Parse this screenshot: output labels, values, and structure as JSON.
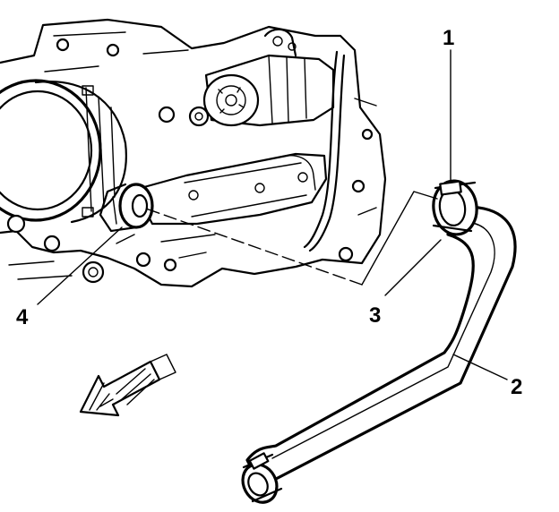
{
  "diagram": {
    "callouts": [
      {
        "id": "1",
        "text": "1"
      },
      {
        "id": "2",
        "text": "2"
      },
      {
        "id": "3",
        "text": "3"
      },
      {
        "id": "4",
        "text": "4"
      }
    ],
    "icons": {
      "direction_arrow": "front-direction-arrow-icon"
    },
    "colors": {
      "line": "#000000",
      "background": "#ffffff"
    }
  }
}
